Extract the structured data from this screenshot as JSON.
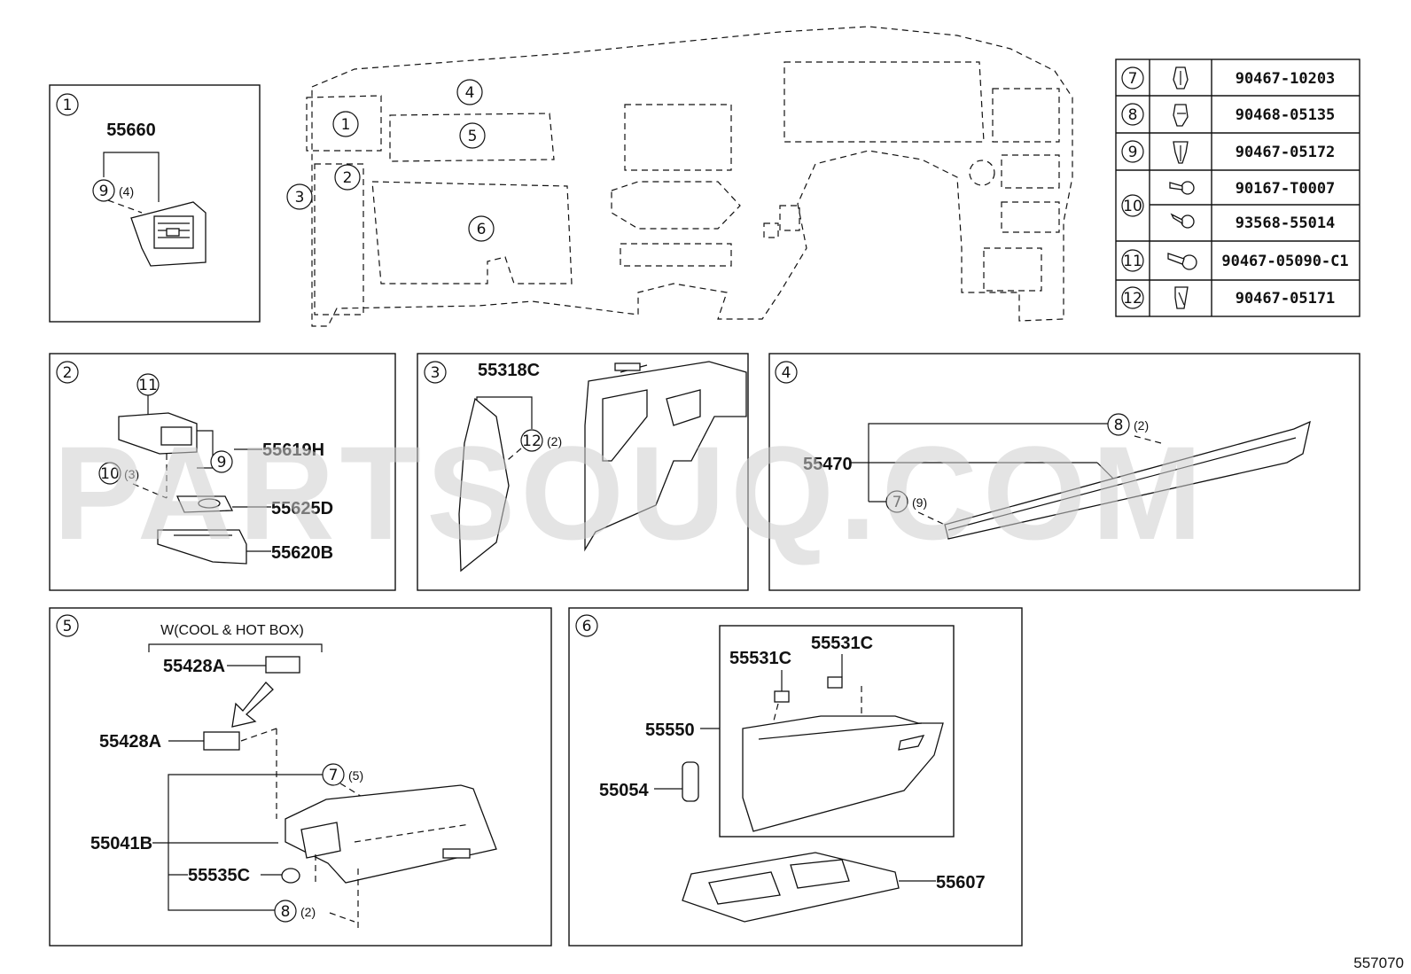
{
  "watermark": "PARTSOUQ.COM",
  "diagram_code": "557070",
  "overview_callouts": [
    "1",
    "2",
    "3",
    "4",
    "5",
    "6"
  ],
  "fastener_table": [
    {
      "ref": "7",
      "icon": "clip-icon",
      "part": "90467-10203"
    },
    {
      "ref": "8",
      "icon": "clip-icon",
      "part": "90468-05135"
    },
    {
      "ref": "9",
      "icon": "clip-icon",
      "part": "90467-05172"
    },
    {
      "ref": "10",
      "icon": "screw-icon",
      "parts": [
        "90167-T0007",
        "93568-55014"
      ]
    },
    {
      "ref": "11",
      "icon": "pin-icon",
      "part": "90467-05090-C1"
    },
    {
      "ref": "12",
      "icon": "clip-icon",
      "part": "90467-05171"
    }
  ],
  "panel1": {
    "ref": "1",
    "part": "55660",
    "clip_ref": "9",
    "clip_qty": "(4)"
  },
  "panel2": {
    "ref": "2",
    "clip_ref": "11",
    "screw_ref": "10",
    "screw_qty": "(3)",
    "clip9_ref": "9",
    "parts": [
      "55619H",
      "55625D",
      "55620B"
    ]
  },
  "panel3": {
    "ref": "3",
    "part": "55318C",
    "clip_ref": "12",
    "clip_qty": "(2)"
  },
  "panel4": {
    "ref": "4",
    "part": "55470",
    "clip8_ref": "8",
    "clip8_qty": "(2)",
    "clip7_ref": "7",
    "clip7_qty": "(9)"
  },
  "panel5": {
    "ref": "5",
    "variant": "W(COOL & HOT BOX)",
    "part_top": "55428A",
    "part_mid": "55428A",
    "clip7_ref": "7",
    "clip7_qty": "(5)",
    "part_box": "55041B",
    "part_bumper": "55535C",
    "clip8_ref": "8",
    "clip8_qty": "(2)"
  },
  "panel6": {
    "ref": "6",
    "parts_top": [
      "55531C",
      "55531C"
    ],
    "part_box": "55550",
    "part_damper": "55054",
    "part_tray": "55607"
  }
}
